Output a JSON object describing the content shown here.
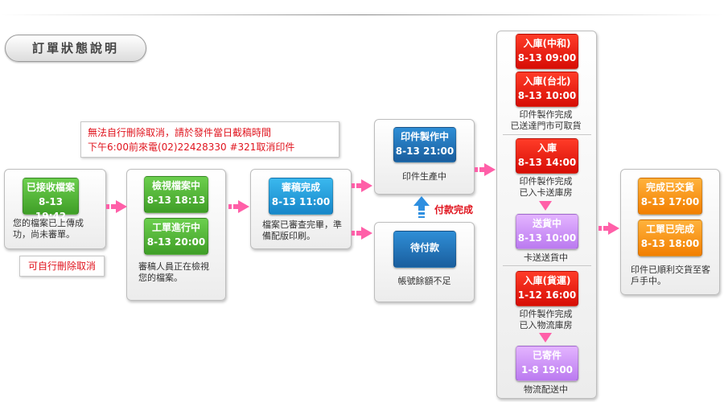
{
  "title": "訂單狀態說明",
  "received": {
    "label": "已接收檔案",
    "time": "8-13 19:42",
    "desc": "您的檔案已上傳成功，尚未審單。",
    "note": "可自行刪除取消"
  },
  "review": {
    "label": "檢視檔案中",
    "time": "8-13 18:13",
    "label2": "工單進行中",
    "time2": "8-13 20:00",
    "desc": "審稿人員正在檢視您的檔案。"
  },
  "warning": {
    "line1": "無法自行刪除取消，請於發件當日截稿時間",
    "line2": "下午6:00前來電(02)22428330 #321取消印件"
  },
  "approved": {
    "label": "審稿完成",
    "time": "8-13 11:00",
    "desc": "檔案已審查完畢，準備配版印刷。"
  },
  "production": {
    "label": "印件製作中",
    "time": "8-13 21:00",
    "desc": "印件生產中"
  },
  "pending": {
    "label": "待付款",
    "desc": "帳號餘額不足",
    "paid_label": "付款完成"
  },
  "warehouse": {
    "zh_label": "入庫(中和)",
    "zh_time": "8-13 09:00",
    "tp_label": "入庫(台北)",
    "tp_time": "8-13 10:00",
    "store_desc1": "印件製作完成",
    "store_desc2": "已送達門市可取貨",
    "in_label": "入庫",
    "in_time": "8-13 14:00",
    "in_desc1": "印件製作完成",
    "in_desc2": "已入卡送庫房",
    "ship_label": "送貨中",
    "ship_time": "8-13 10:00",
    "ship_desc": "卡送送貨中",
    "log_label": "入庫(貨運)",
    "log_time": "1-12 16:00",
    "log_desc1": "印件製作完成",
    "log_desc2": "已入物流庫房",
    "sent_label": "已寄件",
    "sent_time": "1-8 19:00",
    "sent_desc": "物流配送中"
  },
  "done": {
    "label": "完成已交貨",
    "time": "8-13 17:00",
    "label2": "工單已完成",
    "time2": "8-13 18:00",
    "desc": "印件已順利交貨至客戶手中。"
  },
  "colors": {
    "arrow_pink": "#ff5fa8",
    "arrow_blue": "#2e8fe0",
    "note_red": "#e0141e"
  }
}
